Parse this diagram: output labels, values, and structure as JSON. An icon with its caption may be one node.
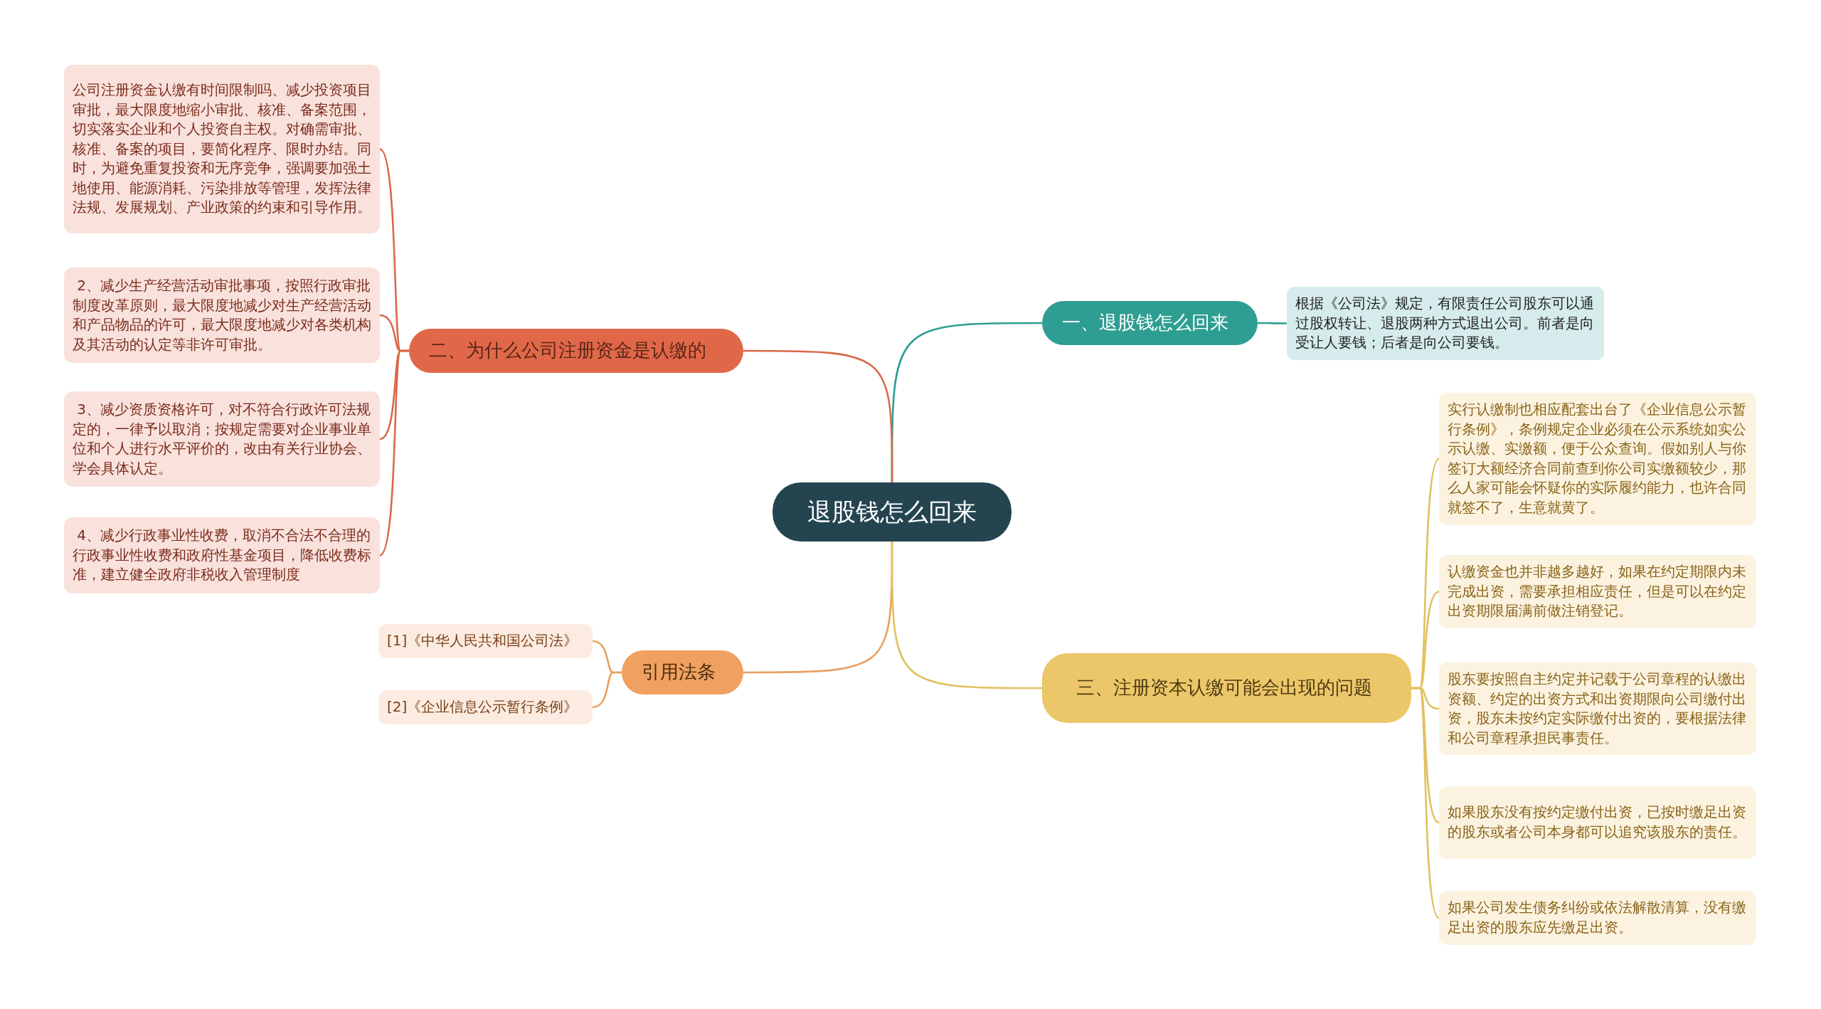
{
  "diagram": {
    "nodes": [
      {
        "text": [
          "退股钱怎么回来"
        ]
      },
      {
        "text": [
          "一、退股钱怎么回来"
        ]
      },
      {
        "text": [
          "根据《公司法》规定，有限责任公司股东可以通过股权转让、退股两种方式退出公司。前者是向受让人要钱；后者是向公司要钱。"
        ]
      },
      {
        "text": [
          "二、为什么公司注册资金是认缴的"
        ]
      },
      {
        "text": [
          "公司注册资金认缴有时间限制吗、减少投资项目审批，最大限度地缩小审批、核准、备案范围，切实落实企业和个人投资自主权。对确需审批、核准、备案的项目，要简化程序、限时办结。同时，为避免重复投资和无序竞争，强调要加强土地使用、能源消耗、污染排放等管理，发挥法律法规、发展规划、产业政策的约束和引导作用。"
        ]
      },
      {
        "text": [
          " 2、减少生产经营活动审批事项，按照行政审批制度改革原则，最大限度地减少对生产经营活动和产品物品的许可，最大限度地减少对各类机构及其活动的认定等非许可审批。"
        ]
      },
      {
        "text": [
          " 3、减少资质资格许可，对不符合行政许可法规定的，一律予以取消；按规定需要对企业事业单位和个人进行水平评价的，改由有关行业协会、学会具体认定。"
        ]
      },
      {
        "text": [
          " 4、减少行政事业性收费，取消不合法不合理的行政事业性收费和政府性基金项目，降低收费标准，建立健全政府非税收入管理制度"
        ]
      },
      {
        "text": [
          "引用法条"
        ]
      },
      {
        "text": [
          "[1]《中华人民共和国公司法》"
        ]
      },
      {
        "text": [
          "[2]《企业信息公示暂行条例》"
        ]
      },
      {
        "text": [
          "三、注册资本认缴可能会出现的问题"
        ]
      },
      {
        "text": [
          "实行认缴制也相应配套出台了《企业信息公示暂行条例》，条例规定企业必须在公示系统如实公示认缴、实缴额，便于公众查询。假如别人与你签订大额经济合同前查到你公司实缴额较少，那么人家可能会怀疑你的实际履约能力，也许合同就签不了，生意就黄了。"
        ]
      },
      {
        "text": [
          "认缴资金也并非越多越好，如果在约定期限内未完成出资，需要承担相应责任，但是可以在约定出资期限届满前做注销登记。"
        ]
      },
      {
        "text": [
          "股东要按照自主约定并记载于公司章程的认缴出资额、约定的出资方式和出资期限向公司缴付出资，股东未按约定实际缴付出资的，要根据法律和公司章程承担民事责任。"
        ]
      },
      {
        "text": [
          "如果股东没有按约定缴付出资，已按时缴足出资的股东或者公司本身都可以追究该股东的责任。"
        ]
      },
      {
        "text": [
          "如果公司发生债务纠纷或依法解散清算，没有缴足出资的股东应先缴足出资。"
        ]
      }
    ],
    "edges": [
      {
        "from": 0,
        "to": 1,
        "arrow": "none",
        "color": "#2e9e92"
      },
      {
        "from": 1,
        "to": 2,
        "arrow": "none",
        "color": "#2e9e92"
      },
      {
        "from": 0,
        "to": 3,
        "arrow": "none",
        "color": "#d8694a"
      },
      {
        "from": 3,
        "to": 4,
        "arrow": "none",
        "color": "#d8694a"
      },
      {
        "from": 3,
        "to": 5,
        "arrow": "none",
        "color": "#d8694a"
      },
      {
        "from": 3,
        "to": 6,
        "arrow": "none",
        "color": "#d8694a"
      },
      {
        "from": 3,
        "to": 7,
        "arrow": "none",
        "color": "#d8694a"
      },
      {
        "from": 0,
        "to": 8,
        "arrow": "none",
        "color": "#e8a060"
      },
      {
        "from": 8,
        "to": 9,
        "arrow": "none",
        "color": "#e8a060"
      },
      {
        "from": 8,
        "to": 10,
        "arrow": "none",
        "color": "#e8a060"
      },
      {
        "from": 0,
        "to": 11,
        "arrow": "none"
      },
      {
        "from": 11,
        "to": 12,
        "arrow": "none"
      },
      {
        "from": 11,
        "to": 13,
        "arrow": "none"
      },
      {
        "from": 11,
        "to": 14,
        "arrow": "none"
      },
      {
        "from": 11,
        "to": 15,
        "arrow": "none"
      },
      {
        "from": 11,
        "to": 16,
        "arrow": "none"
      }
    ]
  }
}
